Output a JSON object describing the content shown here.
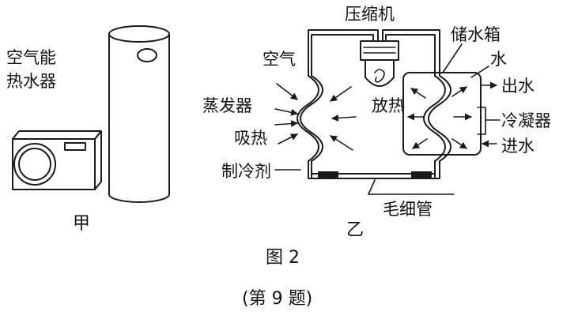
{
  "left_title": [
    "空气能",
    "热水器"
  ],
  "sub_jia": "甲",
  "sub_yi": "乙",
  "labels": {
    "compressor": "压缩机",
    "tank": "储水箱",
    "water": "水",
    "air": "空气",
    "evaporator": "蒸发器",
    "absorb": "吸热",
    "release": "放热",
    "outlet": "出水",
    "condenser": "冷凝器",
    "inlet": "进水",
    "refrigerant": "制冷剂",
    "capillary": "毛细管"
  },
  "figure_caption": "图 2",
  "question_label": "(第 9 题)"
}
